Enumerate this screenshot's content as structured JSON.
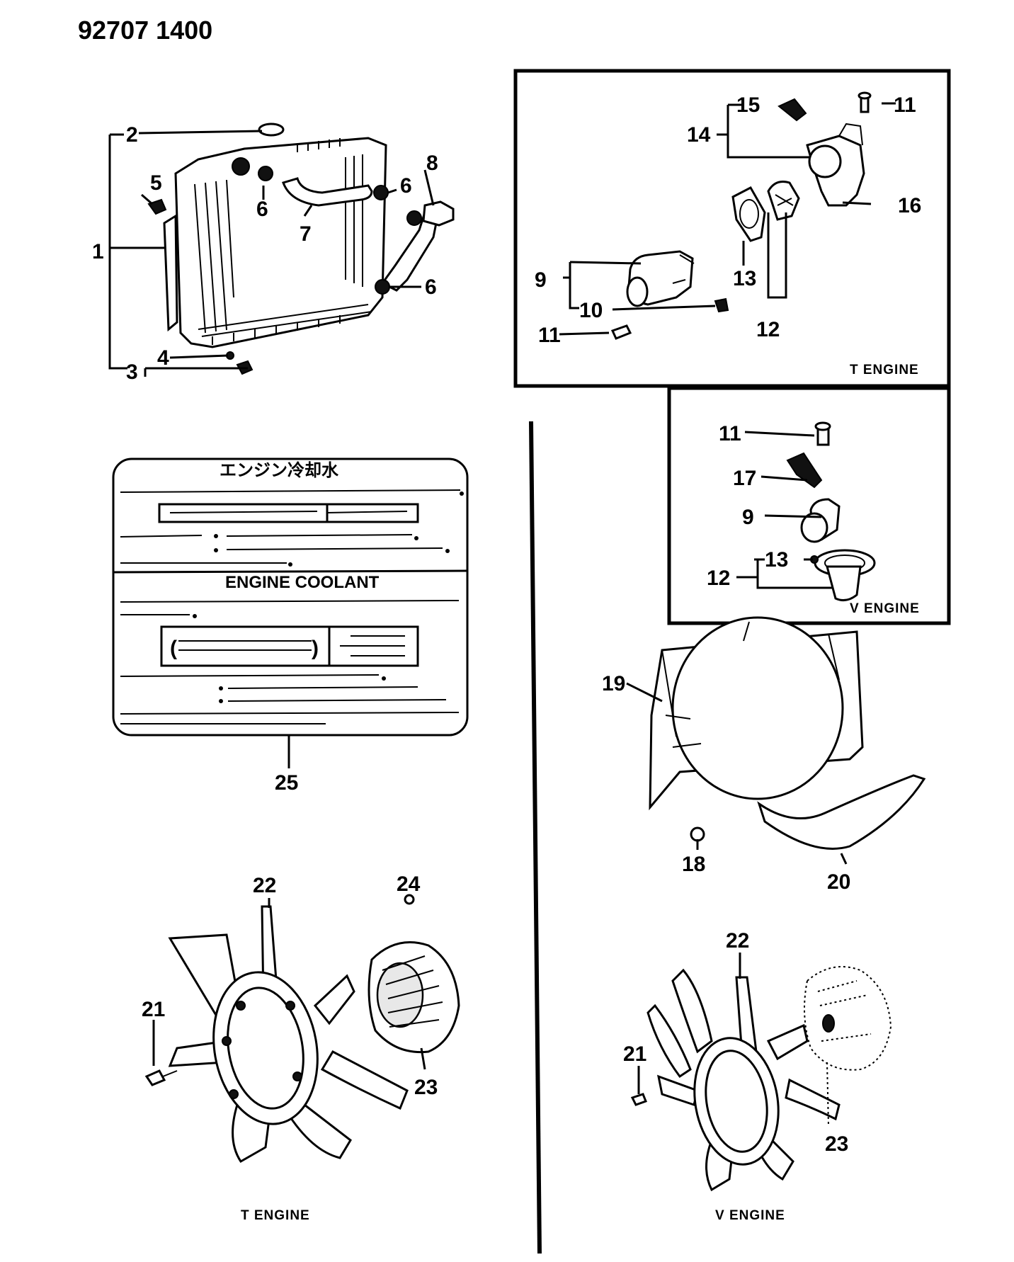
{
  "header": {
    "code": "92707 1400"
  },
  "boxes": {
    "t_engine_caption": "T ENGINE",
    "v_engine_caption": "V ENGINE"
  },
  "decal": {
    "japanese_title": "エンジン冷却水",
    "english_title": "ENGINE COOLANT"
  },
  "fan": {
    "t_engine_caption": "T ENGINE",
    "v_engine_caption": "V ENGINE"
  },
  "callouts": {
    "radiator": {
      "c1": "1",
      "c2": "2",
      "c3": "3",
      "c4": "4",
      "c5": "5",
      "c6a": "6",
      "c6b": "6",
      "c6c": "6",
      "c7": "7",
      "c8": "8"
    },
    "t_box": {
      "c9": "9",
      "c10": "10",
      "c11a": "11",
      "c11b": "11",
      "c12": "12",
      "c13": "13",
      "c14": "14",
      "c15": "15",
      "c16": "16"
    },
    "v_box": {
      "c11": "11",
      "c17": "17",
      "c9": "9",
      "c12": "12",
      "c13": "13"
    },
    "shroud": {
      "c18": "18",
      "c19": "19",
      "c20": "20"
    },
    "decal": {
      "c25": "25"
    },
    "t_fan": {
      "c21": "21",
      "c22": "22",
      "c23": "23",
      "c24": "24"
    },
    "v_fan": {
      "c21": "21",
      "c22": "22",
      "c23": "23"
    }
  }
}
